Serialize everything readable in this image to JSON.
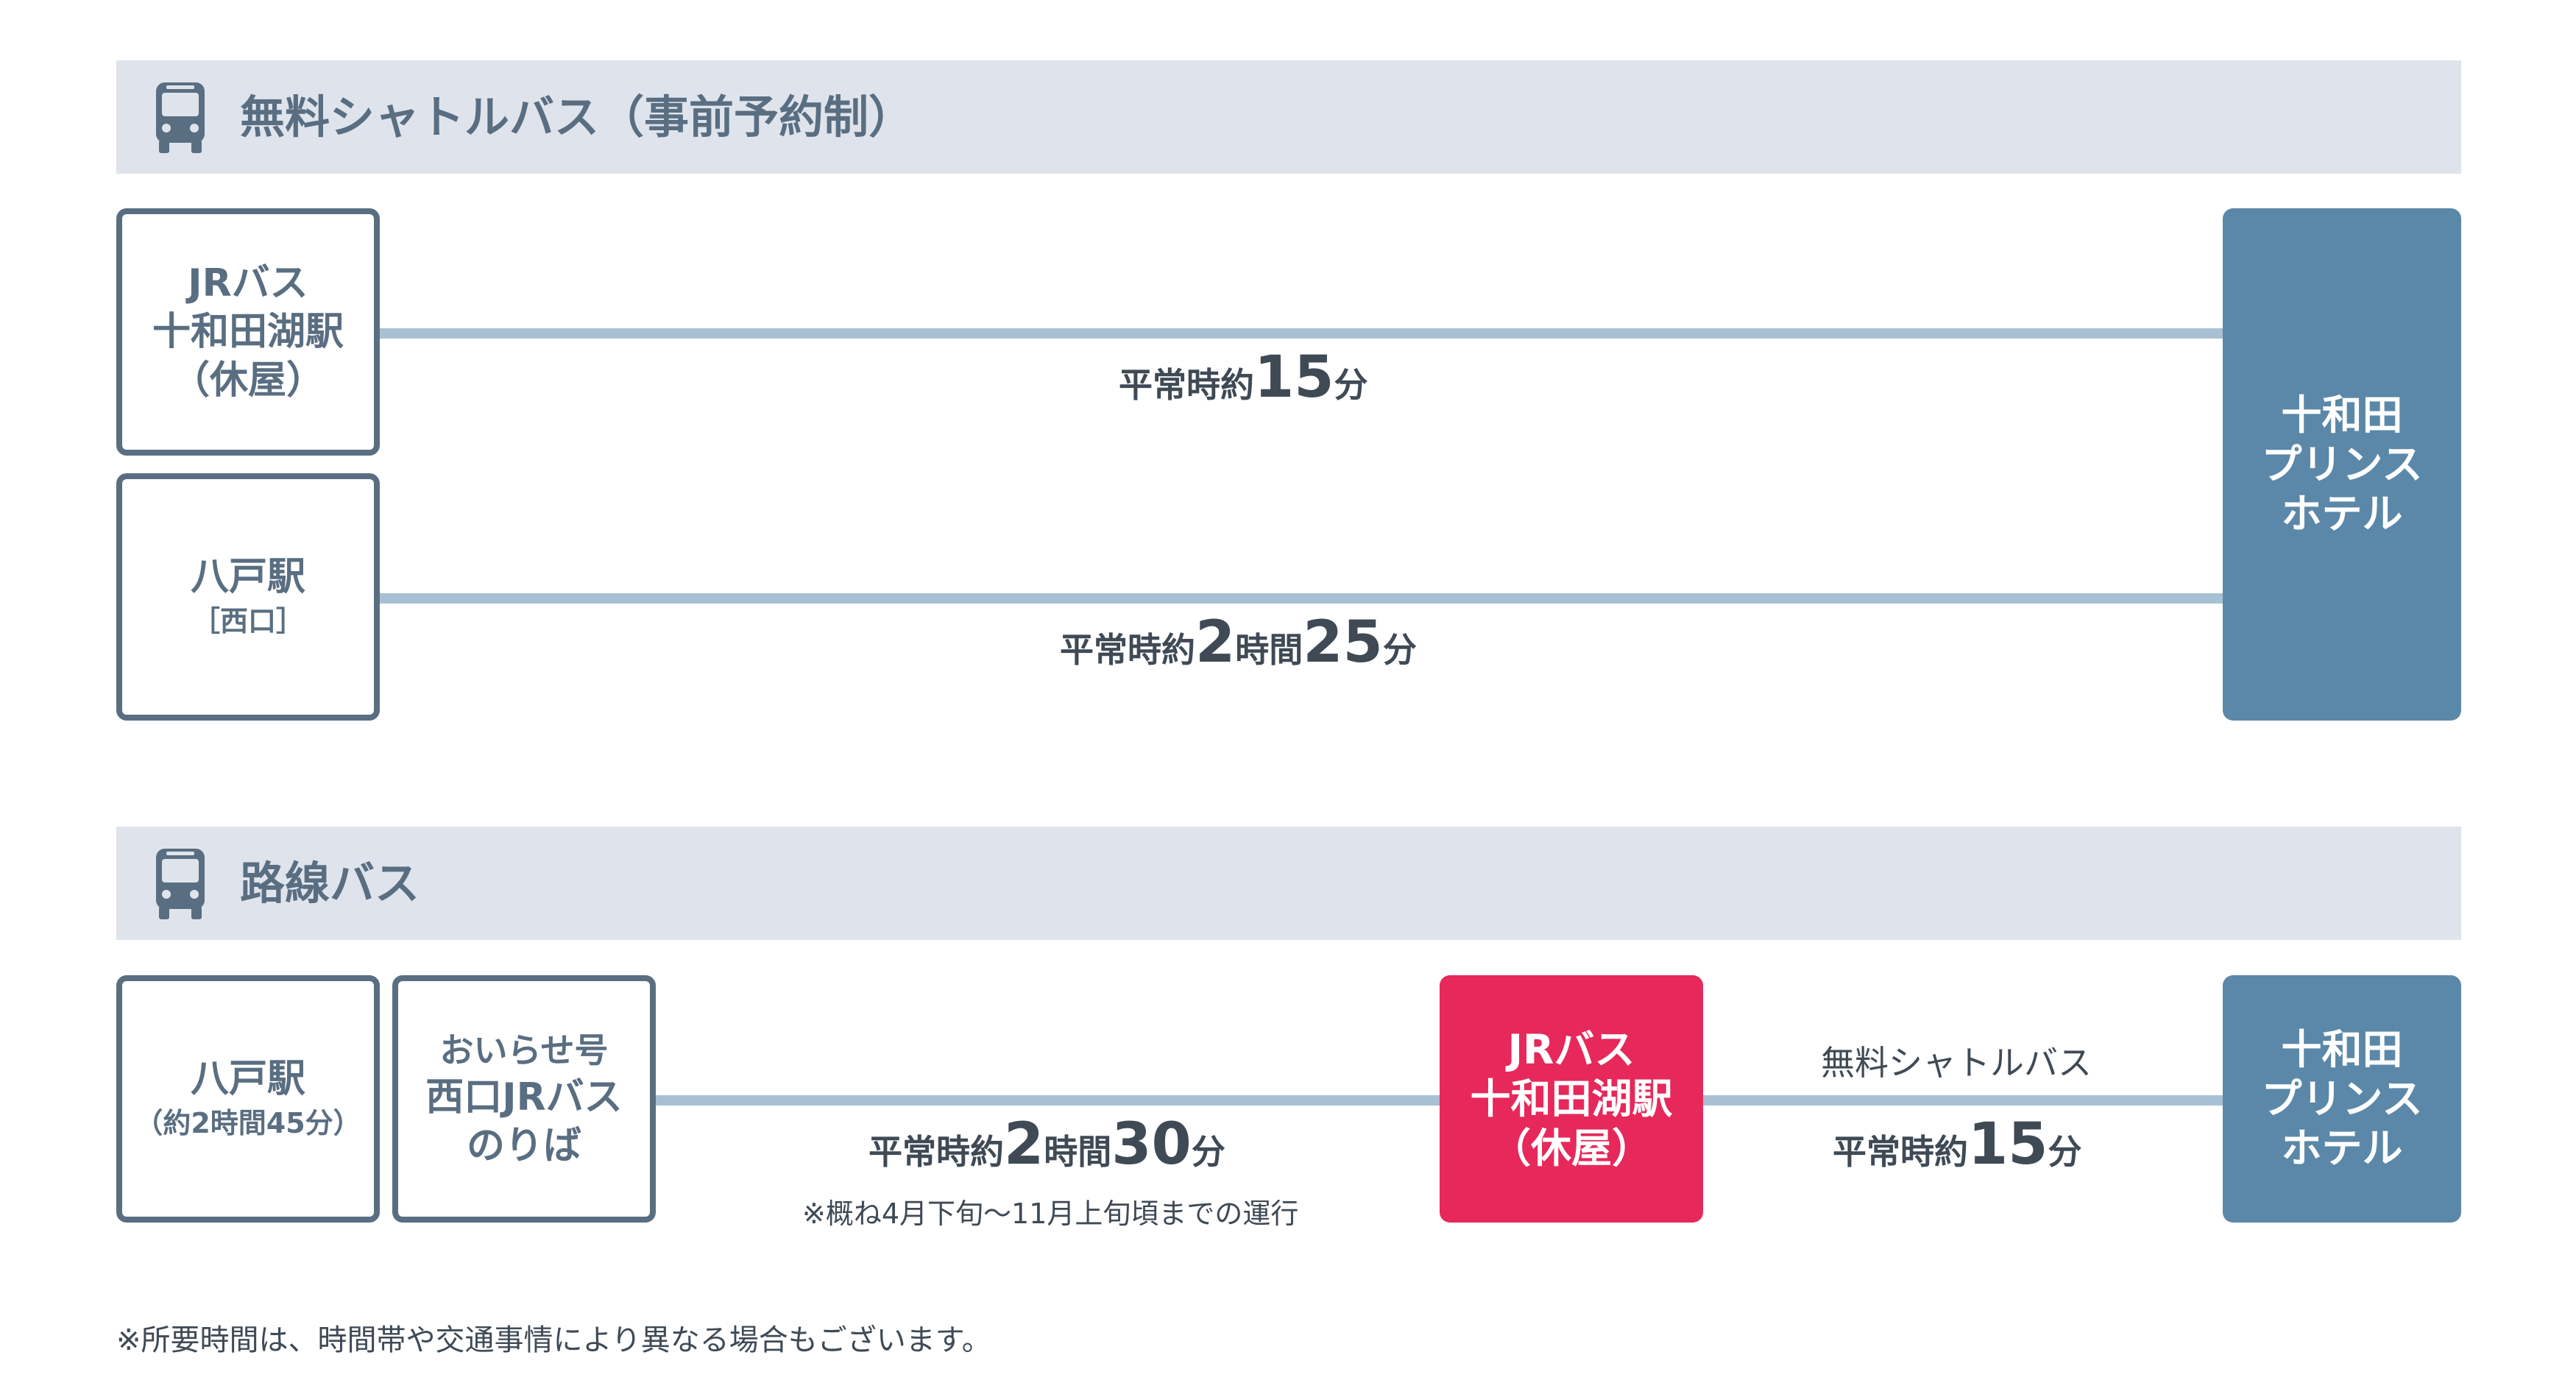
{
  "colors": {
    "band": "#dfe4ec",
    "box_border": "#5a6e82",
    "hotel": "#5b88a8",
    "jr_lakeside": "#e6285a",
    "route_line": "#a8c0d3"
  },
  "shuttle": {
    "icon": "bus-icon",
    "title": "無料シャトルバス（事前予約制）",
    "origin1": {
      "line1": "JRバス",
      "line2": "十和田湖駅",
      "line3": "（休屋）"
    },
    "origin2": {
      "line1": "八戸駅",
      "sub": "［西口］"
    },
    "hotel": {
      "line1": "十和田",
      "line2": "プリンス",
      "line3": "ホテル"
    },
    "route1": {
      "prefix": "平常時約",
      "num": "15",
      "unit": "分"
    },
    "route2": {
      "prefix": "平常時約",
      "num1": "2",
      "mid": "時間",
      "num2": "25",
      "unit": "分"
    }
  },
  "local": {
    "icon": "bus-icon",
    "title": "路線バス",
    "origin": {
      "line1": "八戸駅",
      "sub": "（約2時間45分）"
    },
    "stop": {
      "line1": "おいらせ号",
      "line2": "西口JRバス",
      "line3": "のりば"
    },
    "route": {
      "prefix": "平常時約",
      "num1": "2",
      "mid": "時間",
      "num2": "30",
      "unit": "分",
      "note": "※概ね4月下旬〜11月上旬頃までの運行"
    },
    "transfer": {
      "line1": "JRバス",
      "line2": "十和田湖駅",
      "line3": "（休屋）"
    },
    "shuttle_label": "無料シャトルバス",
    "shuttle_time": {
      "prefix": "平常時約",
      "num": "15",
      "unit": "分"
    },
    "hotel": {
      "line1": "十和田",
      "line2": "プリンス",
      "line3": "ホテル"
    }
  },
  "footnote": "※所要時間は、時間帯や交通事情により異なる場合もございます。"
}
